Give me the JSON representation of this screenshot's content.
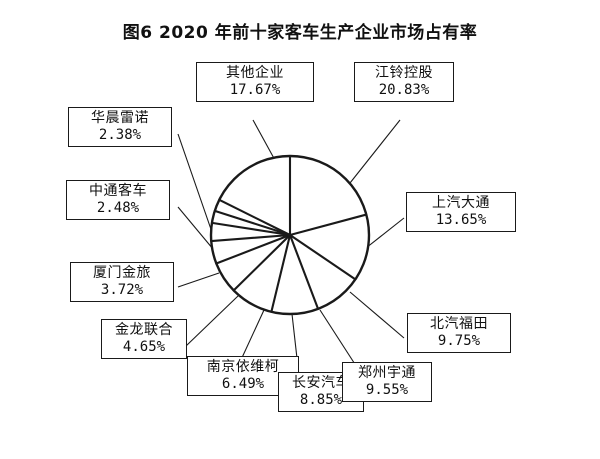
{
  "chart_data": {
    "type": "pie",
    "title": "图6  2020 年前十家客车生产企业市场占有率",
    "xlabel": "",
    "ylabel": "",
    "legend_position": "callout-labels",
    "grid": false,
    "value_suffix": "%",
    "start_angle_deg": 0,
    "direction": "clockwise",
    "slice_fill": "#ffffff",
    "slice_stroke": "#1a1a1a",
    "categories": [
      "江铃控股",
      "上汽大通",
      "北汽福田",
      "郑州宇通",
      "长安汽车",
      "南京依维柯",
      "金龙联合",
      "厦门金旅",
      "中通客车",
      "华晨雷诺",
      "其他企业"
    ],
    "values": [
      20.83,
      13.65,
      9.75,
      9.55,
      8.85,
      6.49,
      4.65,
      3.72,
      2.48,
      2.38,
      17.67
    ],
    "labels": [
      {
        "name": "江铃控股",
        "value": "20.83%"
      },
      {
        "name": "上汽大通",
        "value": "13.65%"
      },
      {
        "name": "北汽福田",
        "value": "9.75%"
      },
      {
        "name": "郑州宇通",
        "value": "9.55%"
      },
      {
        "name": "长安汽车",
        "value": "8.85%"
      },
      {
        "name": "南京依维柯",
        "value": "6.49%"
      },
      {
        "name": "金龙联合",
        "value": "4.65%"
      },
      {
        "name": "厦门金旅",
        "value": "3.72%"
      },
      {
        "name": "中通客车",
        "value": "2.48%"
      },
      {
        "name": "华晨雷诺",
        "value": "2.38%"
      },
      {
        "name": "其他企业",
        "value": "17.67%"
      }
    ]
  }
}
